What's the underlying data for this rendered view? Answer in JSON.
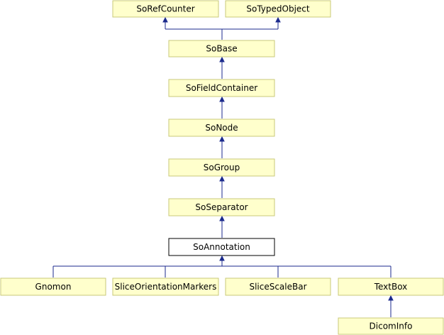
{
  "colors": {
    "node_fill": "#ffffcc",
    "node_border": "#c9c97a",
    "highlight_fill": "#ffffff",
    "highlight_border": "#000000",
    "edge": "#1b2a8c"
  },
  "nodes": {
    "sorefcounter": "SoRefCounter",
    "sotypedobject": "SoTypedObject",
    "sobase": "SoBase",
    "sofieldcontainer": "SoFieldContainer",
    "sonode": "SoNode",
    "sogroup": "SoGroup",
    "soseparator": "SoSeparator",
    "soannotation": "SoAnnotation",
    "gnomon": "Gnomon",
    "sliceorientationmarkers": "SliceOrientationMarkers",
    "slicescalebar": "SliceScaleBar",
    "textbox": "TextBox",
    "dicominfo": "DicomInfo"
  }
}
